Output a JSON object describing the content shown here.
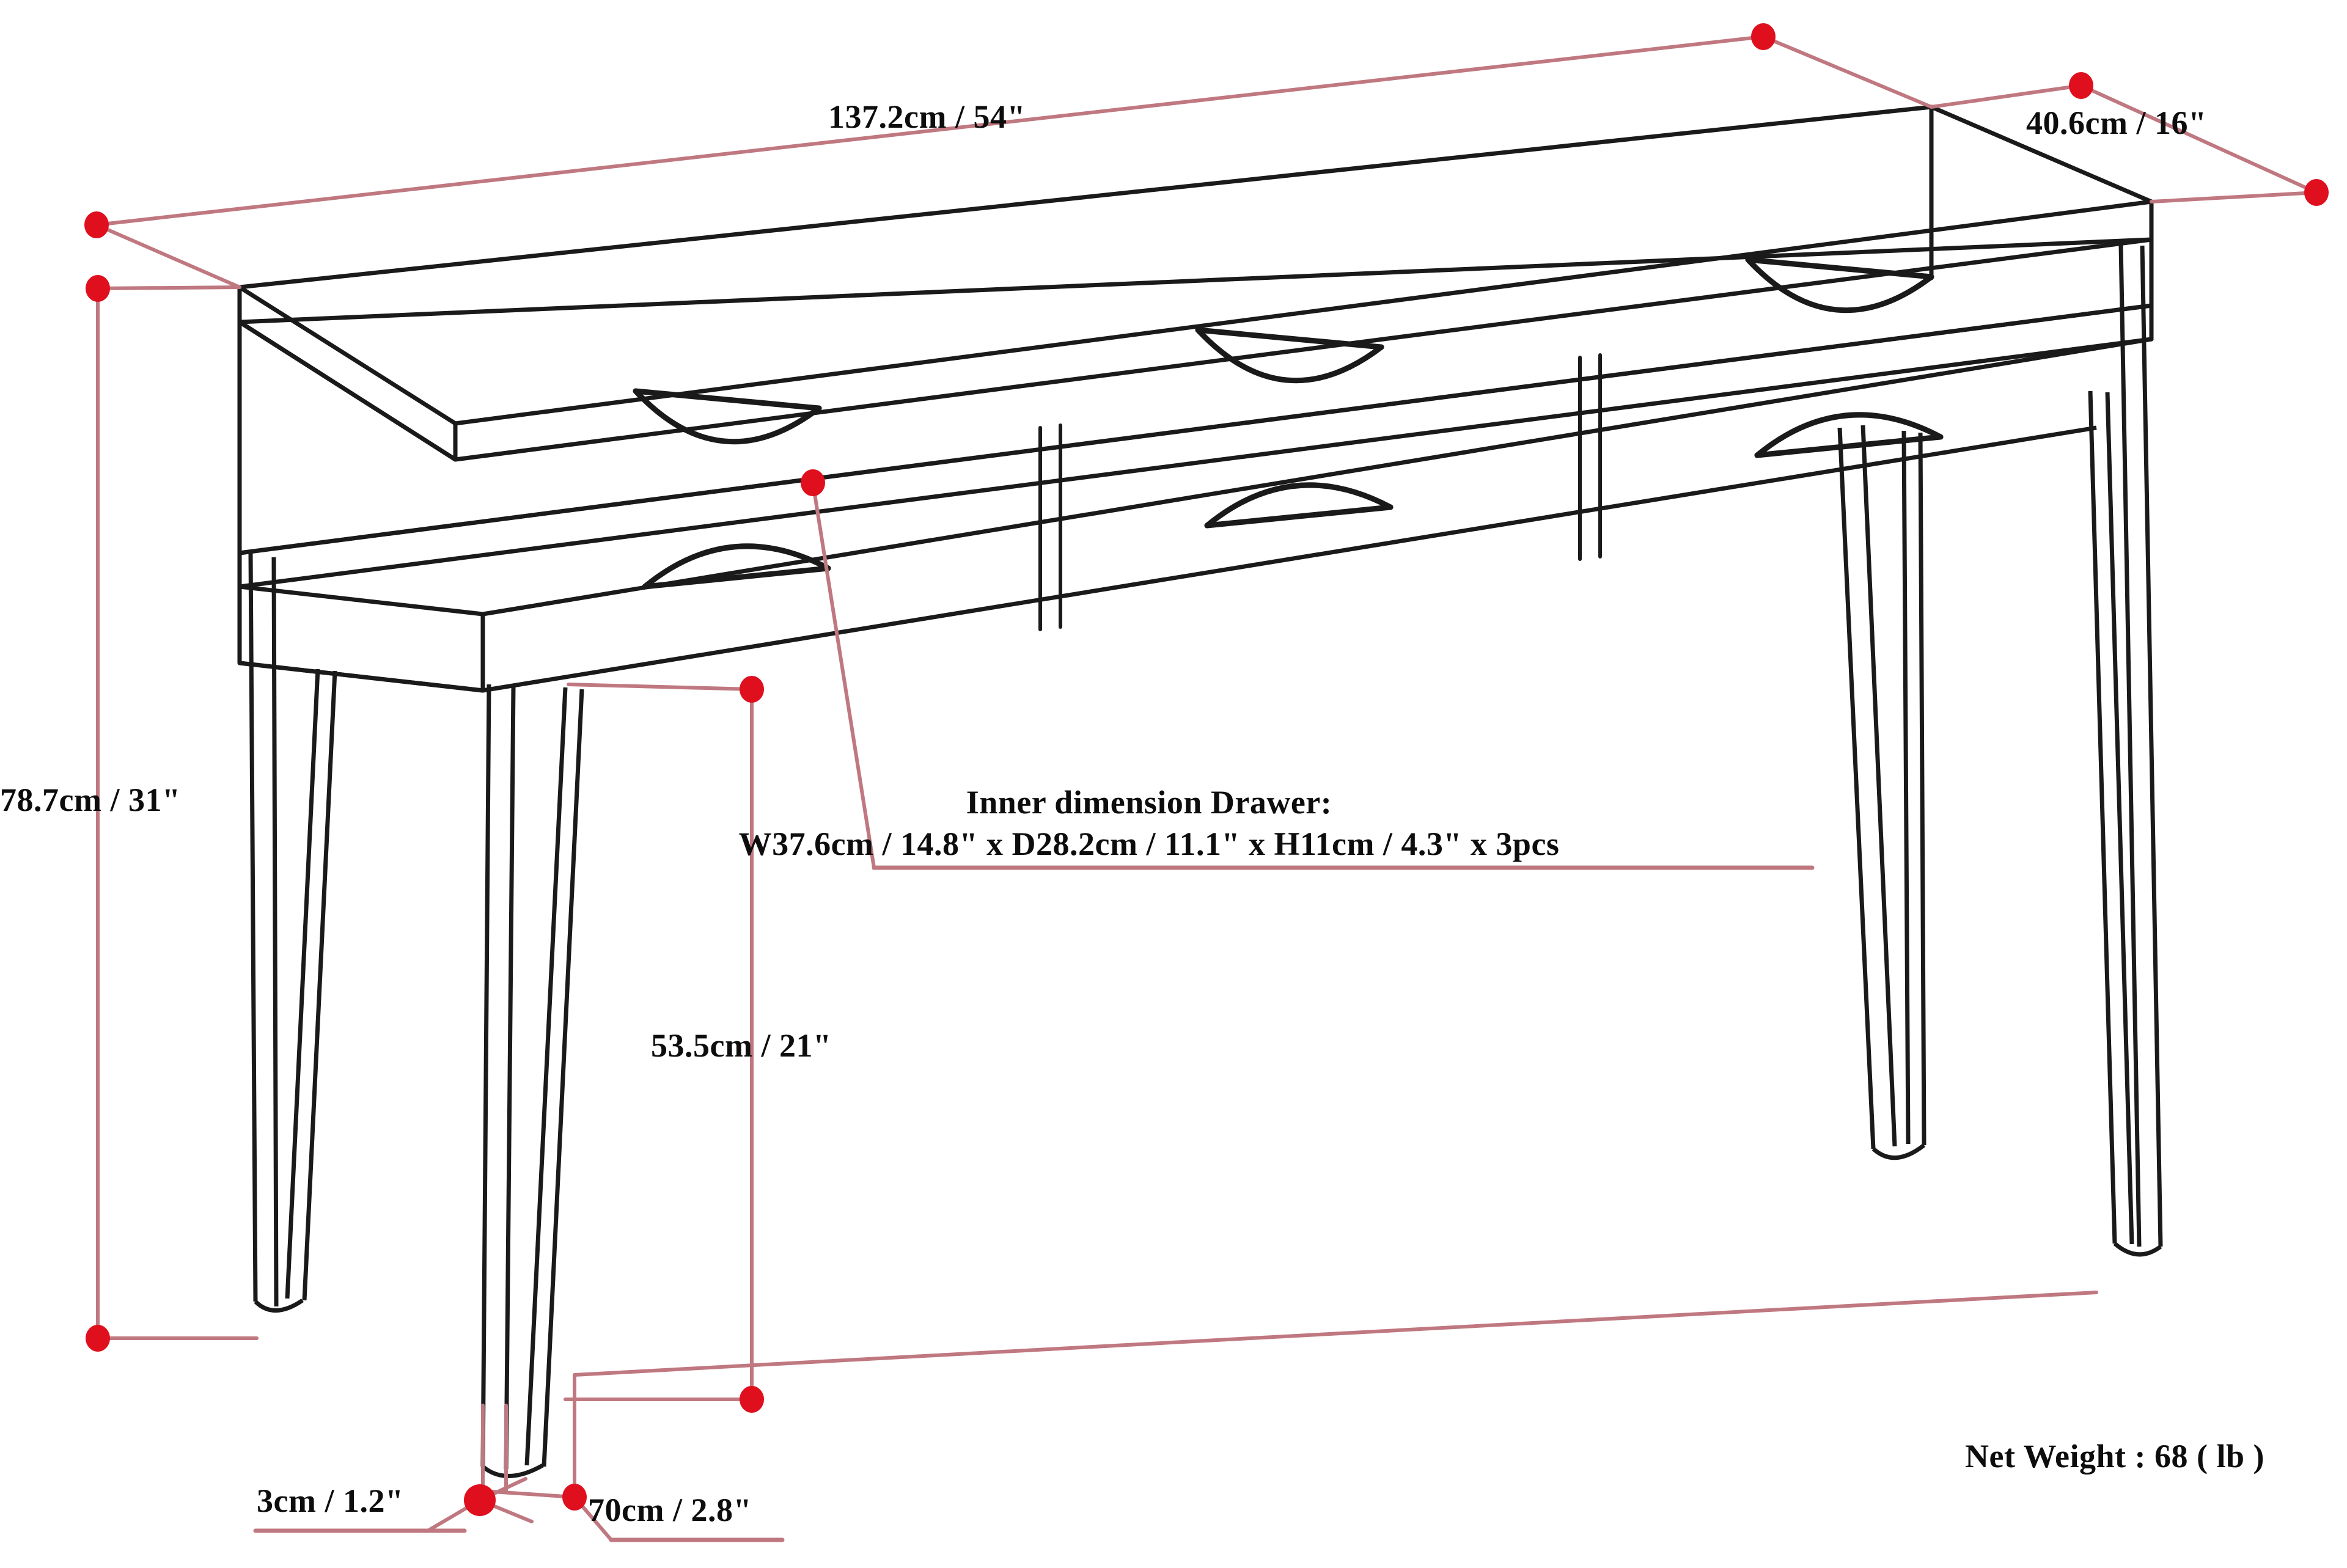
{
  "drawing": {
    "type": "furniture-dimension-diagram",
    "product": "console-table-3-drawer",
    "view": "isometric-perspective",
    "colors": {
      "outline": "#1a1a1a",
      "dimension_line": "#c07880",
      "dimension_marker": "#e00f1e",
      "text": "#0d0d0d",
      "background": "#ffffff"
    }
  },
  "dimensions": {
    "width": "137.2cm / 54\"",
    "depth": "40.6cm / 16\"",
    "height": "78.7cm / 31\"",
    "clearance_height": "53.5cm / 21\"",
    "leg_detail_a": "3cm / 1.2\"",
    "leg_detail_b": "70cm / 2.8\""
  },
  "inner_dimension": {
    "heading": "Inner dimension Drawer:",
    "detail": "W37.6cm / 14.8\" x D28.2cm / 11.1\" x H11cm / 4.3\" x 3pcs"
  },
  "net_weight": {
    "label": "Net Weight : 68 ( lb )"
  }
}
